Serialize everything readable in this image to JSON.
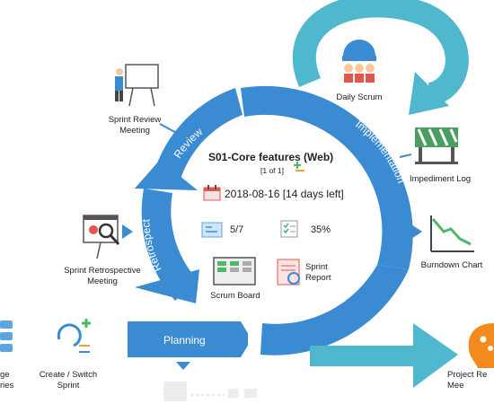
{
  "sprint": {
    "title": "S01-Core features (Web)",
    "pager": "[1 of 1]",
    "date_left": "2018-08-16 [14 days left]",
    "tasks_done": "5/7",
    "progress": "35%",
    "progress_value": 0.35
  },
  "phases": {
    "review": "Review",
    "retrospect": "Retrospect",
    "implementation": "Implementation",
    "planning": "Planning"
  },
  "tools": {
    "scrum_board": "Scrum Board",
    "sprint_report": "Sprint\nReport",
    "daily_scrum": "Daily Scrum",
    "sprint_review_meeting": "Sprint Review\nMeeting",
    "impediment_log": "Impediment Log",
    "sprint_retrospective_meeting": "Sprint Retrospective\nMeeting",
    "burndown_chart": "Burndown Chart",
    "create_switch_sprint": "Create / Switch\nSprint",
    "manage_stories": "ge\nries",
    "project_review_meeting": "Project Re\nMee"
  },
  "colors": {
    "cycle_blue": "#3b8bd3",
    "cycle_blue_light": "#5ea6e0",
    "teal": "#4fb8cf",
    "accent_orange": "#f2a33a",
    "accent_green": "#4cb96a"
  }
}
